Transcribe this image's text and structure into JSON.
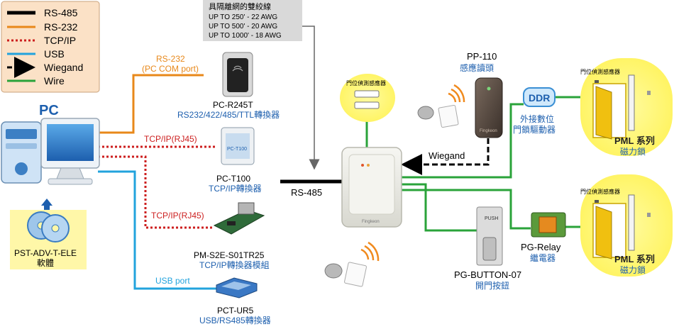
{
  "legend": {
    "items": [
      {
        "label": "RS-485",
        "color": "#000000",
        "style": "solid-thick"
      },
      {
        "label": "RS-232",
        "color": "#e8881a",
        "style": "solid"
      },
      {
        "label": "TCP/IP",
        "color": "#cc1f1f",
        "style": "dotted"
      },
      {
        "label": "USB",
        "color": "#22a3dd",
        "style": "solid"
      },
      {
        "label": "Wiegand",
        "color": "#000000",
        "style": "dashed-arrow"
      },
      {
        "label": "Wire",
        "color": "#2aa33a",
        "style": "solid"
      }
    ]
  },
  "cable_note": {
    "title": "具隔離網的雙絞線",
    "lines": [
      "UP TO 250' - 22 AWG",
      "UP TO 500' - 20 AWG",
      "UP TO 1000' - 18 AWG"
    ]
  },
  "pc": {
    "label": "PC"
  },
  "software": {
    "name": "PST-ADV-T-ELE",
    "desc": "軟體"
  },
  "links": {
    "rs232": "RS-232",
    "rs232_port": "(PC COM port)",
    "tcpip1": "TCP/IP(RJ45)",
    "tcpip2": "TCP/IP(RJ45)",
    "usb": "USB port",
    "rs485": "RS-485",
    "wiegand": "Wiegand"
  },
  "devices": {
    "pc_r245t": {
      "name": "PC-R245T",
      "desc": "RS232/422/485/TTL轉換器"
    },
    "pc_t100": {
      "name": "PC-T100",
      "desc": "TCP/IP轉換器"
    },
    "pm_s2e": {
      "name": "PM-S2E-S01TR25",
      "desc": "TCP/IP轉換器模組"
    },
    "pct_ur5": {
      "name": "PCT-UR5",
      "desc": "USB/RS485轉換器"
    },
    "pp110": {
      "name": "PP-110",
      "desc": "感應讀頭"
    },
    "ddr": {
      "badge": "DDR",
      "desc1": "外接數位",
      "desc2": "門鎖驅動器"
    },
    "pg_relay": {
      "name": "PG-Relay",
      "desc": "繼電器"
    },
    "pg_button": {
      "name": "PG-BUTTON-07",
      "desc": "開門按鈕",
      "panel_text": "PUSH"
    },
    "sensor": {
      "label": "門位偵測感應器"
    },
    "pml_top": {
      "sensor_label": "門位偵測感應器",
      "name": "PML 系列",
      "desc": "磁力鎖"
    },
    "pml_bottom": {
      "sensor_label": "門位偵測感應器",
      "name": "PML 系列",
      "desc": "磁力鎖"
    }
  }
}
